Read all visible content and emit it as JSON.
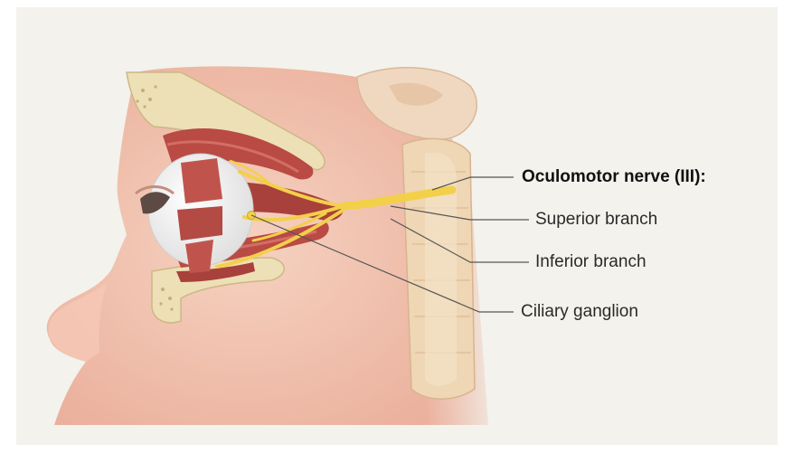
{
  "diagram": {
    "labels": {
      "nerve": "Oculomotor nerve (III):",
      "superior": "Superior branch",
      "inferior": "Inferior branch",
      "ganglion": "Ciliary ganglion"
    }
  },
  "colors": {
    "background": "#f3f2ec",
    "skin": "#f1c3b0",
    "muscle": "#b94a44",
    "nerve": "#f2d04a",
    "bone": "#eadfb8",
    "leader_line": "#555555"
  }
}
